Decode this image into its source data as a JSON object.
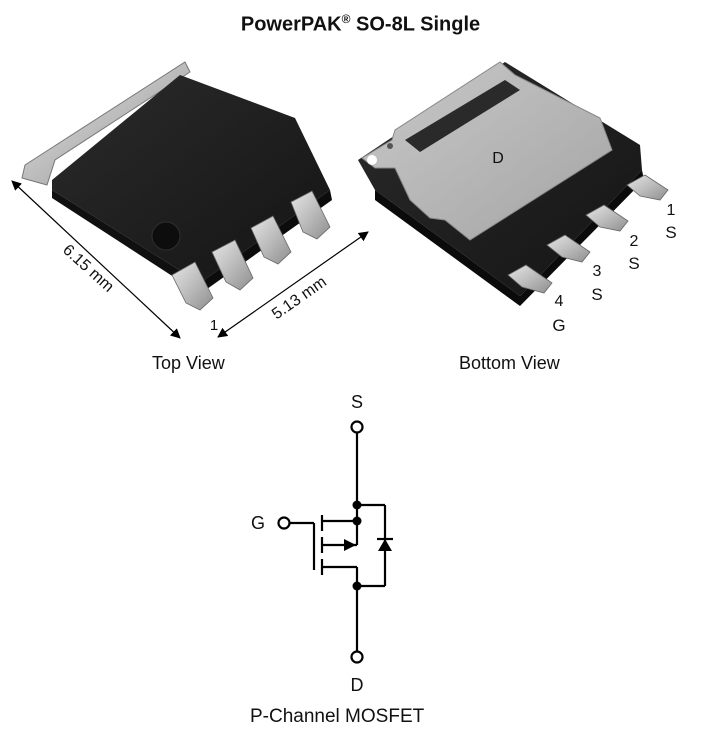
{
  "title": {
    "text": "PowerPAK",
    "reg": "®",
    "suffix": "SO-8L Single"
  },
  "top_view": {
    "caption": "Top View",
    "dimension_length": "6.15 mm",
    "dimension_width": "5.13 mm",
    "pin1_label": "1"
  },
  "bottom_view": {
    "caption": "Bottom View",
    "pad_label": "D",
    "pins": [
      {
        "number": "1",
        "name": "S"
      },
      {
        "number": "2",
        "name": "S"
      },
      {
        "number": "3",
        "name": "S"
      },
      {
        "number": "4",
        "name": "G"
      }
    ]
  },
  "schematic": {
    "source_label": "S",
    "gate_label": "G",
    "drain_label": "D",
    "caption": "P-Channel MOSFET"
  },
  "colors": {
    "package_body": "#1a1a1a",
    "metal": "#b8b8b8",
    "metal_light": "#d9d9d9",
    "line": "#000000"
  }
}
